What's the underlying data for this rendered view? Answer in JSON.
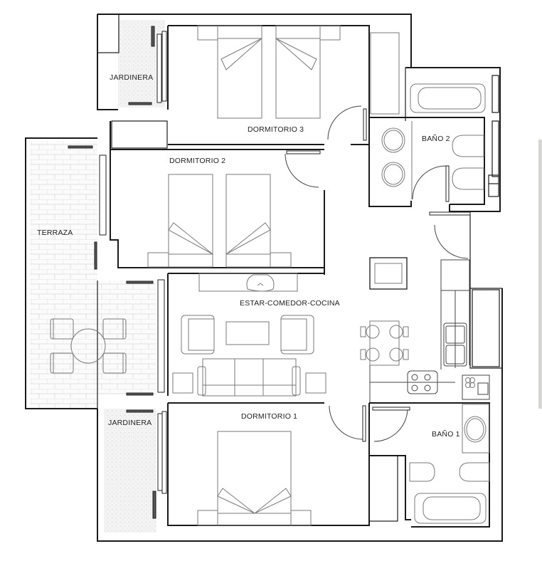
{
  "plan": {
    "type": "floor-plan",
    "rooms": [
      {
        "id": "dormitorio-3",
        "label": "DORMITORIO 3"
      },
      {
        "id": "dormitorio-2",
        "label": "DORMITORIO 2"
      },
      {
        "id": "dormitorio-1",
        "label": "DORMITORIO 1"
      },
      {
        "id": "estar-comedor-cocina",
        "label": "ESTAR-COMEDOR-COCINA"
      },
      {
        "id": "bano-2",
        "label": "BAÑO 2"
      },
      {
        "id": "bano-1",
        "label": "BAÑO 1"
      },
      {
        "id": "terraza",
        "label": "TERRAZA"
      },
      {
        "id": "jardinera-top",
        "label": "JARDINERA"
      },
      {
        "id": "jardinera-bottom",
        "label": "JARDINERA"
      }
    ],
    "colors": {
      "wall": "#1a1a1a",
      "furniture": "#7a7a7a",
      "planter_fill": "#eeeeee",
      "terrace_tile": "#e6e6e6",
      "background": "#ffffff"
    }
  }
}
